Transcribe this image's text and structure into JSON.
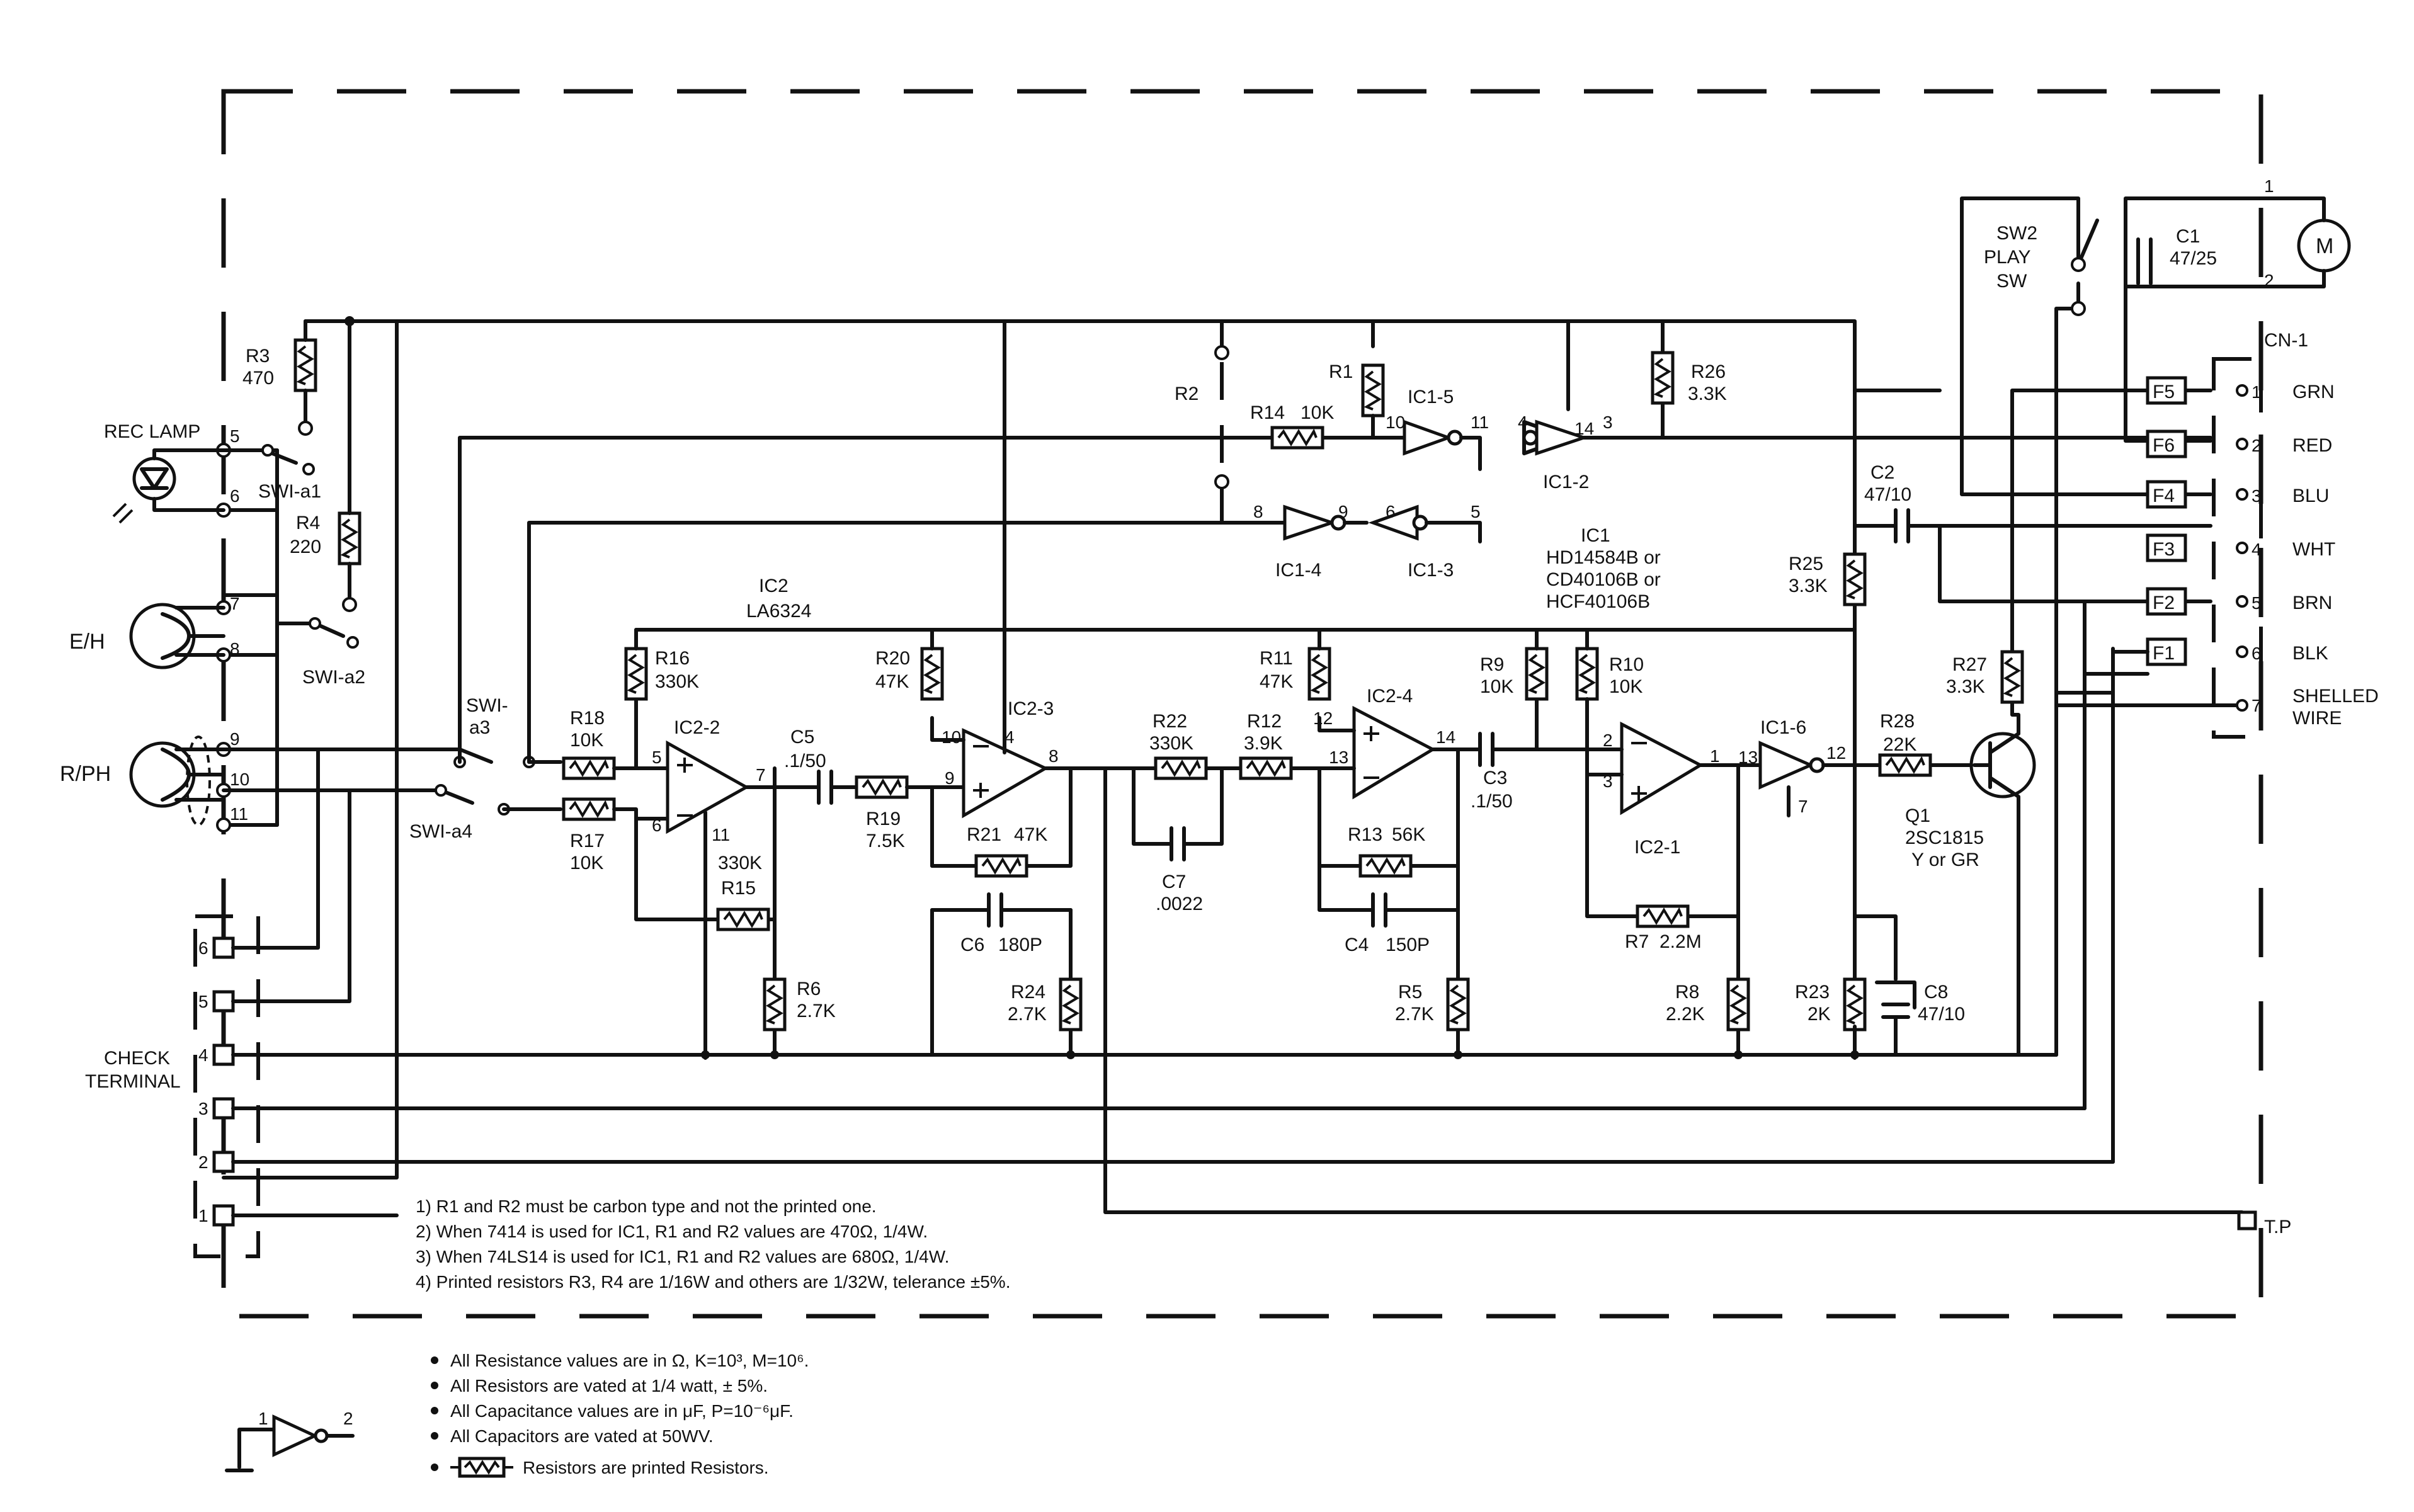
{
  "labels": {
    "r3": "R3",
    "r3v": "470",
    "r4": "R4",
    "r4v": "220",
    "rec_lamp": "REC LAMP",
    "sw1a1": "SWI-a1",
    "sw1a2": "SWI-a2",
    "sw1a3": "SWI-",
    "sw1a3b": "a3",
    "sw1a4": "SWI-a4",
    "eh": "E/H",
    "rph": "R/PH",
    "check1": "CHECK",
    "check2": "TERMINAL",
    "r18": "R18",
    "r18v": "10K",
    "r17": "R17",
    "r17v": "10K",
    "r16": "R16",
    "r16v": "330K",
    "r15": "R15",
    "r15v": "330K",
    "ic2_2": "IC2-2",
    "ic2": "IC2",
    "ic2v": "LA6324",
    "c5": "C5",
    "c5v": ".1/50",
    "r19": "R19",
    "r19v": "7.5K",
    "r6": "R6",
    "r6v": "2.7K",
    "r20": "R20",
    "r20v": "47K",
    "ic2_3": "IC2-3",
    "r21": "R21",
    "r21v": "47K",
    "c6": "C6",
    "c6v": "180P",
    "r24": "R24",
    "r24v": "2.7K",
    "r22": "R22",
    "r22v": "330K",
    "c7": "C7",
    "c7v": ".0022",
    "r12": "R12",
    "r12v": "3.9K",
    "r11": "R11",
    "r11v": "47K",
    "ic2_4": "IC2-4",
    "r13": "R13",
    "r13v": "56K",
    "c4": "C4",
    "c4v": "150P",
    "r5": "R5",
    "r5v": "2.7K",
    "c3": "C3",
    "c3v": ".1/50",
    "r9": "R9",
    "r9v": "10K",
    "r10": "R10",
    "r10v": "10K",
    "ic2_1": "IC2-1",
    "r7": "R7",
    "r7v": "2.2M",
    "r8": "R8",
    "r8v": "2.2K",
    "ic1_6": "IC1-6",
    "r28": "R28",
    "r28v": "22K",
    "q1": "Q1",
    "q1v": "2SC1815",
    "q1v2": "Y or GR",
    "r27": "R27",
    "r27v": "3.3K",
    "r23": "R23",
    "r23v": "2K",
    "c8": "C8",
    "c8v": "47/10",
    "r25": "R25",
    "r25v": "3.3K",
    "c2": "C2",
    "c2v": "47/10",
    "ic1": "IC1",
    "ic1v1": "HD14584B or",
    "ic1v2": "CD40106B or",
    "ic1v3": "HCF40106B",
    "r2": "R2",
    "r1": "R1",
    "r14": "R14",
    "r14v": "10K",
    "ic1_5": "IC1-5",
    "ic1_2": "IC1-2",
    "ic1_4": "IC1-4",
    "ic1_3": "IC1-3",
    "r26": "R26",
    "r26v": "3.3K",
    "sw2a": "SW2",
    "sw2b": "PLAY",
    "sw2c": "SW",
    "c1": "C1",
    "c1v": "47/25",
    "motor": "M",
    "cn1": "CN-1",
    "grn": "GRN",
    "red": "RED",
    "blu": "BLU",
    "wht": "WHT",
    "brn": "BRN",
    "blk": "BLK",
    "shelled1": "SHELLED",
    "shelled2": "WIRE",
    "f5": "F5",
    "f6": "F6",
    "f4": "F4",
    "f3": "F3",
    "f2": "F2",
    "f1": "F1",
    "tp": "T.P"
  },
  "notes": [
    "1) R1 and R2 must be carbon type and not the printed one.",
    "2) When 7414 is used for IC1, R1 and R2 values are 470Ω, 1/4W.",
    "3) When 74LS14 is used for IC1, R1 and R2 values are 680Ω, 1/4W.",
    "4) Printed resistors R3, R4 are 1/16W and others are 1/32W, telerance ±5%."
  ],
  "legend": [
    "All Resistance values are in Ω, K=10³, M=10⁶.",
    "All Resistors are vated at 1/4 watt, ± 5%.",
    "All Capacitance values are in μF, P=10⁻⁶μF.",
    "All Capacitors are vated at 50WV.",
    "Resistors are printed Resistors."
  ]
}
